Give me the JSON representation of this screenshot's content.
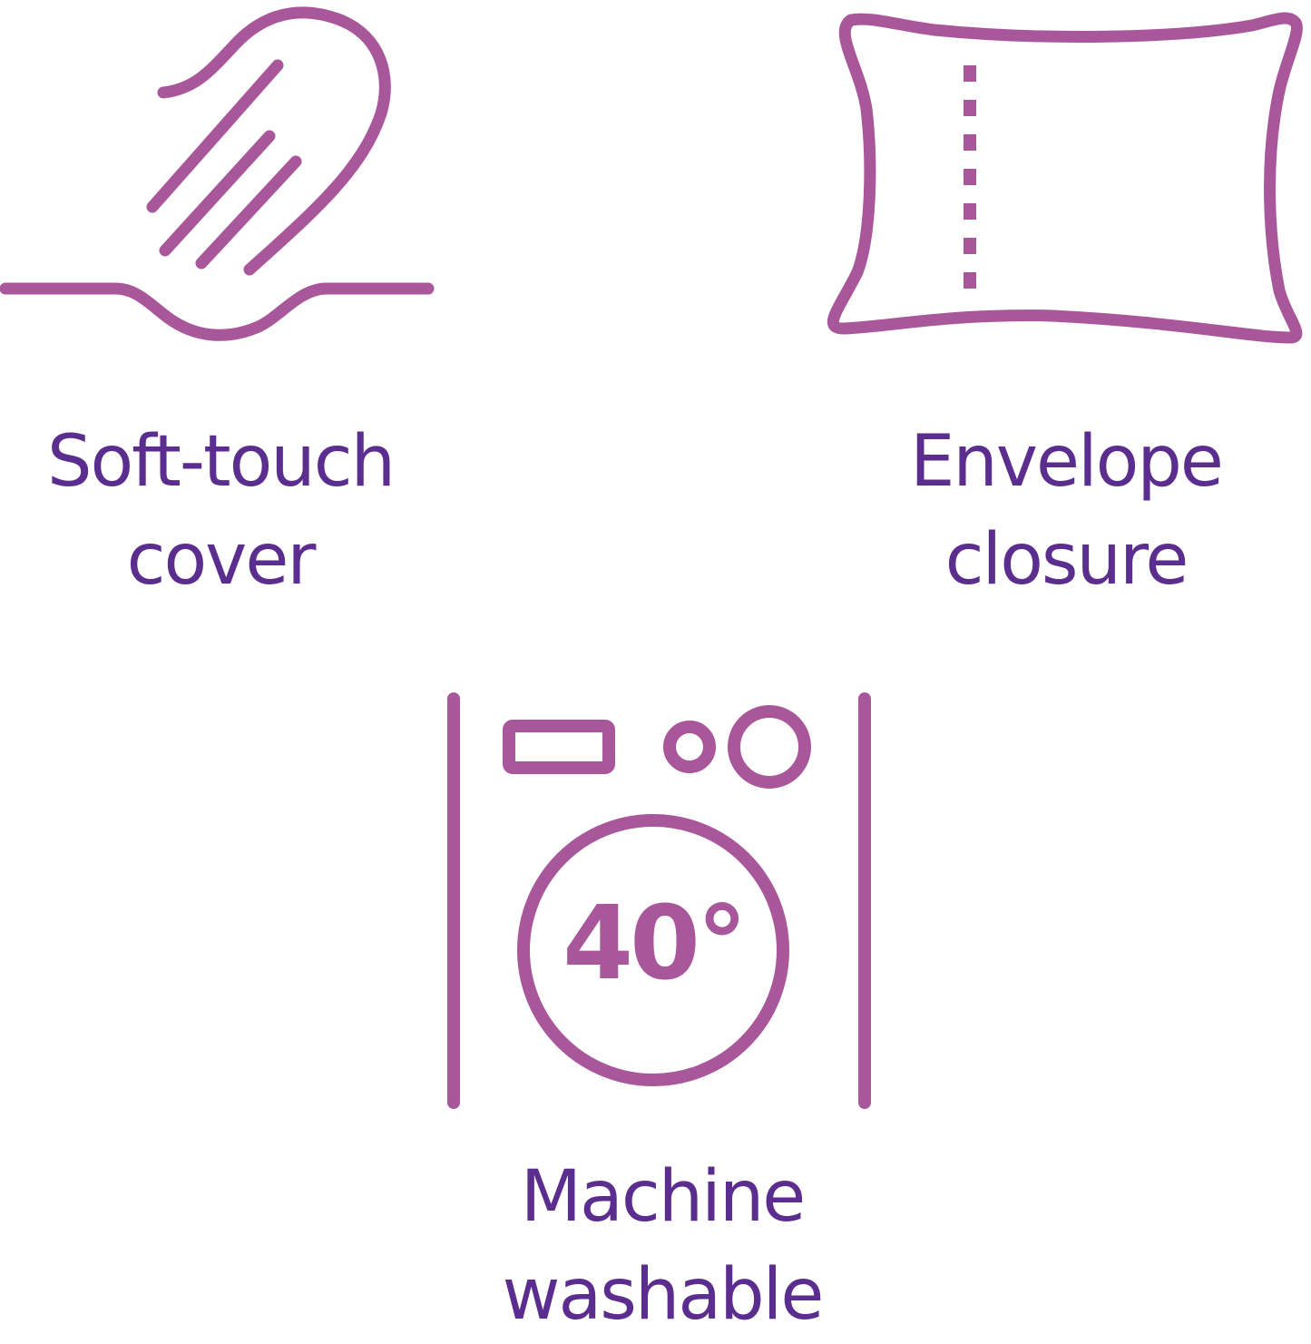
{
  "colors": {
    "icon_stroke": "#a8589a",
    "label_text": "#5b2d8e",
    "background": "#ffffff"
  },
  "features": [
    {
      "icon": "soft-touch-hand-icon",
      "label_line1": "Soft-touch",
      "label_line2": "cover"
    },
    {
      "icon": "pillow-envelope-icon",
      "label_line1": "Envelope",
      "label_line2": "closure"
    },
    {
      "icon": "washing-machine-icon",
      "icon_text": "40°",
      "label_line1": "Machine",
      "label_line2": "washable"
    }
  ]
}
